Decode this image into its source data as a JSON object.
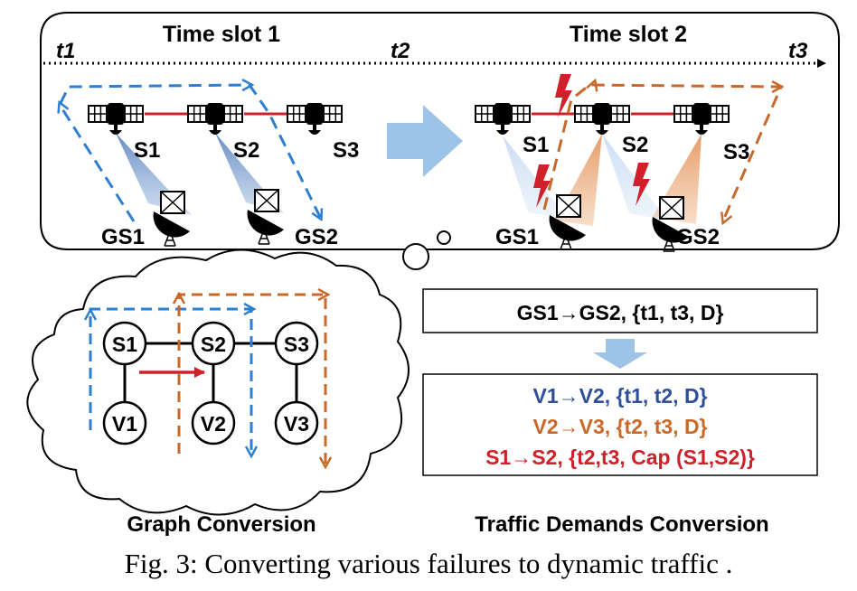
{
  "top": {
    "slot1": "Time slot 1",
    "slot2": "Time slot 2",
    "t1": "t1",
    "t2": "t2",
    "t3": "t3",
    "s1": "S1",
    "s2": "S2",
    "s3": "S3",
    "gs1": "GS1",
    "gs2": "GS2"
  },
  "graph": {
    "nodes": {
      "s1": "S1",
      "s2": "S2",
      "s3": "S3",
      "v1": "V1",
      "v2": "V2",
      "v3": "V3"
    },
    "title": "Graph Conversion"
  },
  "traffic": {
    "input": "GS1→GS2, {t1, t3, D}",
    "line1": "V1→V2, {t1, t2, D}",
    "line2": "V2→V3, {t2, t3, D}",
    "line3": "S1→S2, {t2,t3, Cap (S1,S2)}",
    "title": "Traffic Demands Conversion"
  },
  "caption": "Fig. 3: Converting various failures to dynamic traffic .",
  "colors": {
    "blue": "#2e7fd0",
    "orange": "#c8692a",
    "red": "#d0202a",
    "arrow_fill": "#9dc3e6",
    "blue_text": "#2f4f99"
  }
}
